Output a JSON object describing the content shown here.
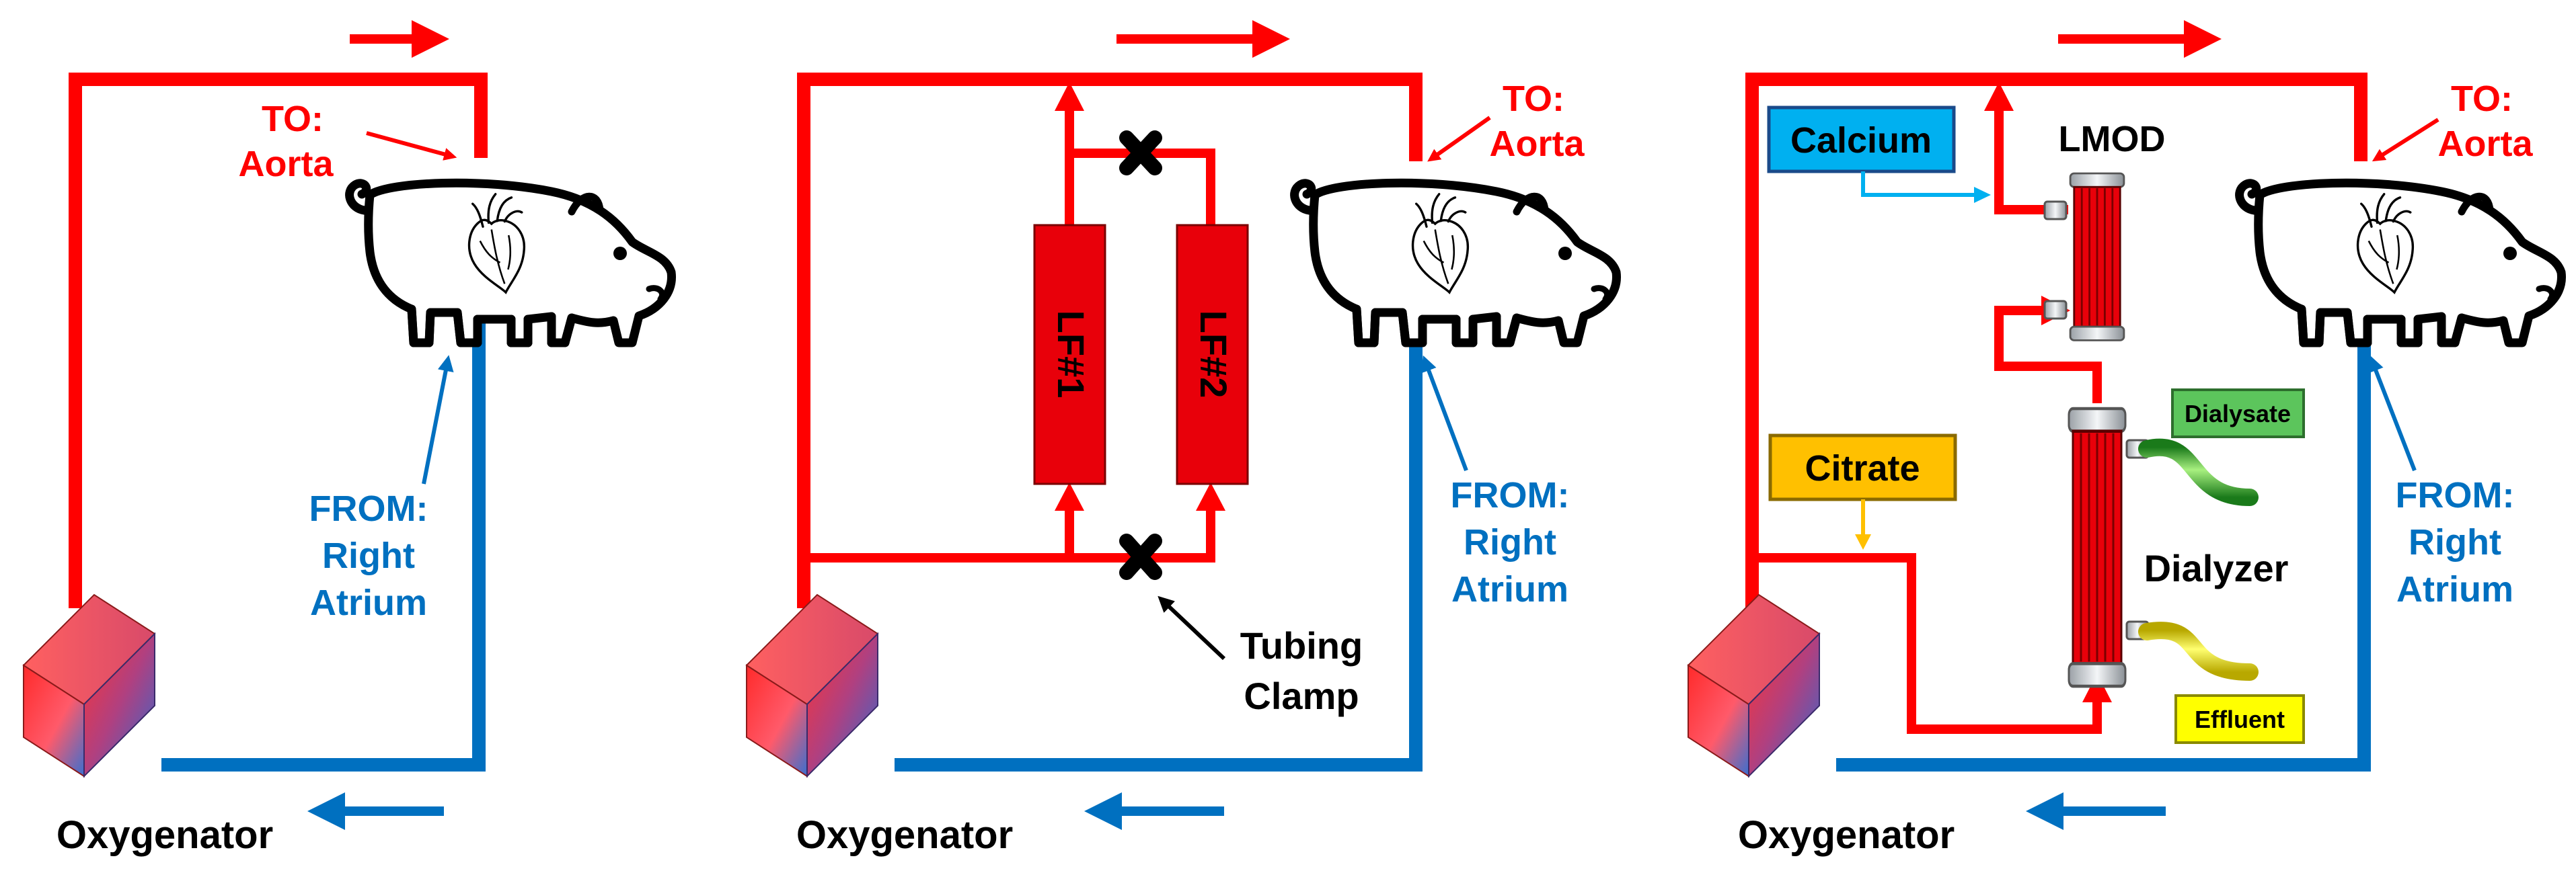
{
  "colors": {
    "red": "#ff0000",
    "blue": "#0070c0",
    "black": "#000000",
    "calcium_box": "#00b0f0",
    "citrate_box": "#ffc000",
    "dialysate_box": "#5cc55c",
    "effluent_box": "#ffff00",
    "filter_red": "#e8000a"
  },
  "panels": [
    {
      "to_label": [
        "TO:",
        "Aorta"
      ],
      "from_label": [
        "FROM:",
        "Right",
        "Atrium"
      ],
      "oxygenator_label": "Oxygenator"
    },
    {
      "to_label": [
        "TO:",
        "Aorta"
      ],
      "from_label": [
        "FROM:",
        "Right",
        "Atrium"
      ],
      "oxygenator_label": "Oxygenator",
      "filter_labels": [
        "LF#1",
        "LF#2"
      ],
      "clamp_label": [
        "Tubing",
        "Clamp"
      ]
    },
    {
      "to_label": [
        "TO:",
        "Aorta"
      ],
      "from_label": [
        "FROM:",
        "Right",
        "Atrium"
      ],
      "oxygenator_label": "Oxygenator",
      "calcium_label": "Calcium",
      "citrate_label": "Citrate",
      "lmod_label": "LMOD",
      "dialyzer_label": "Dialyzer",
      "dialysate_label": "Dialysate",
      "effluent_label": "Effluent"
    }
  ],
  "icons": [
    "flow-arrow-icon",
    "pig-icon",
    "heart-icon",
    "oxygenator-cube-icon",
    "clamp-x-icon",
    "filter-cartridge-icon"
  ]
}
